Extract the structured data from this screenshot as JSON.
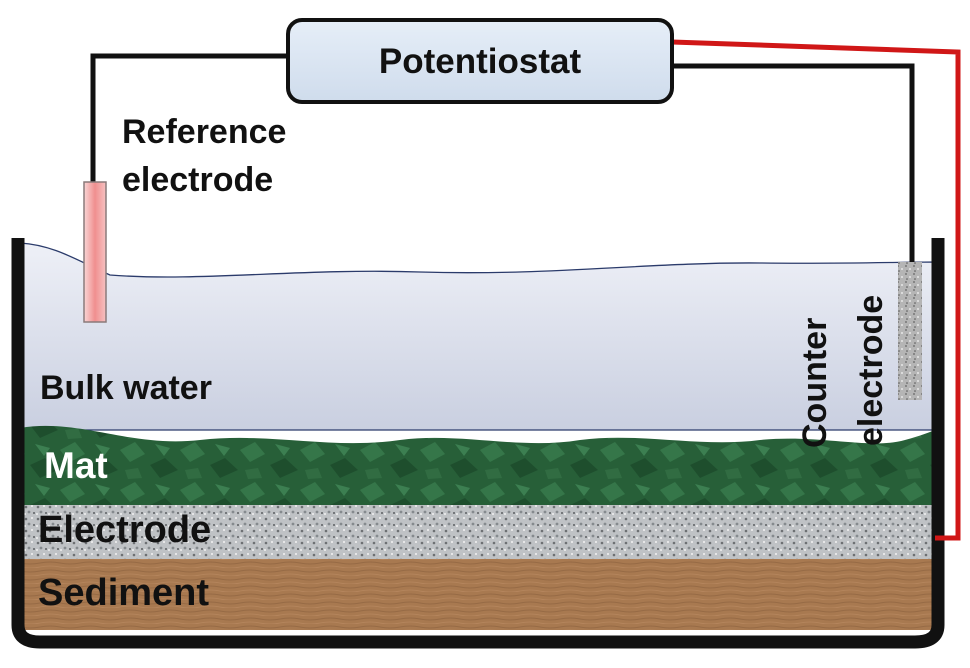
{
  "labels": {
    "potentiostat": "Potentiostat",
    "reference_line1": "Reference",
    "reference_line2": "electrode",
    "counter_line1": "Counter",
    "counter_line2": "electrode",
    "bulk_water": "Bulk water",
    "mat": "Mat",
    "electrode": "Electrode",
    "sediment": "Sediment"
  },
  "colors": {
    "water": "#dfe3ef",
    "mat": "#2a6a3e",
    "electrode": "#b9bcbf",
    "sediment": "#a87950",
    "potentiostat_box": "#dbe6f3",
    "reference_electrode": "#f2a5a5",
    "red_wire": "#d01717",
    "black_wire": "#111111"
  }
}
